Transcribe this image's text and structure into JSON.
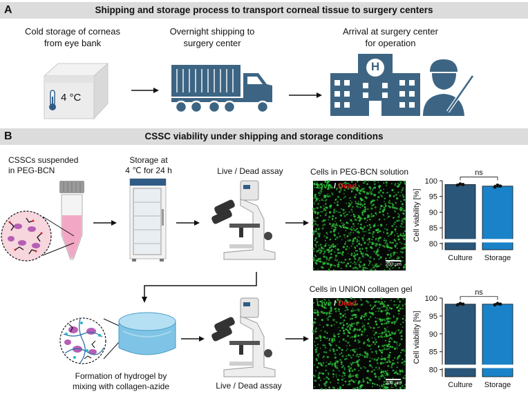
{
  "panel_a": {
    "letter": "A",
    "title": "Shipping and storage process to transport corneal tissue to surgery centers",
    "step1": {
      "line1": "Cold storage of corneas",
      "line2": "from eye bank",
      "temp": "4 °C"
    },
    "step2": {
      "line1": "Overnight shipping to",
      "line2": "surgery center"
    },
    "step3": {
      "line1": "Arrival at surgery center",
      "line2": "for operation",
      "hospital_sign": "H"
    }
  },
  "panel_b": {
    "letter": "B",
    "title": "CSSC viability under shipping and storage conditions",
    "tube": {
      "line1": "CSSCs suspended",
      "line2": "in PEG-BCN"
    },
    "fridge": {
      "line1": "Storage at",
      "line2": "4 ℃ for 24 h"
    },
    "assay_top": "Live / Dead assay",
    "assay_bottom": "Live / Dead assay",
    "hydrogel": {
      "line1": "Formation of hydrogel by",
      "line2": "mixing with collagen-azide"
    },
    "image_top": {
      "caption": "Cells in PEG-BCN solution",
      "live": "Live",
      "sep": " / ",
      "dead": "Dead",
      "scale": "200 µm"
    },
    "image_bottom": {
      "caption": "Cells in UNION collagen gel",
      "live": "Live",
      "sep": " / ",
      "dead": "Dead",
      "scale": "200 µm"
    }
  },
  "colors": {
    "icon_dark": "#3d6583",
    "bar_culture": "#2a5679",
    "bar_storage": "#1a82c8",
    "live_green": "#2fbf3a",
    "dead_red": "#e0201a",
    "banner_gray": "#dcdcdc"
  },
  "chart_data": [
    {
      "type": "bar",
      "categories": [
        "Culture",
        "Storage"
      ],
      "values": [
        98.8,
        98.3
      ],
      "points": [
        [
          98.6,
          99.0,
          98.8
        ],
        [
          98.0,
          98.6,
          98.3
        ]
      ],
      "ylabel": "Cell viability [%]",
      "ylim": [
        78,
        100
      ],
      "yticks": [
        80,
        85,
        90,
        95,
        100
      ],
      "axis_break": true,
      "significance": "ns"
    },
    {
      "type": "bar",
      "categories": [
        "Culture",
        "Storage"
      ],
      "values": [
        98.3,
        98.3
      ],
      "points": [
        [
          98.1,
          98.5,
          98.3
        ],
        [
          98.1,
          98.5,
          98.3
        ]
      ],
      "ylabel": "Cell viability [%]",
      "ylim": [
        78,
        100
      ],
      "yticks": [
        80,
        85,
        90,
        95,
        100
      ],
      "axis_break": true,
      "significance": "ns"
    }
  ]
}
